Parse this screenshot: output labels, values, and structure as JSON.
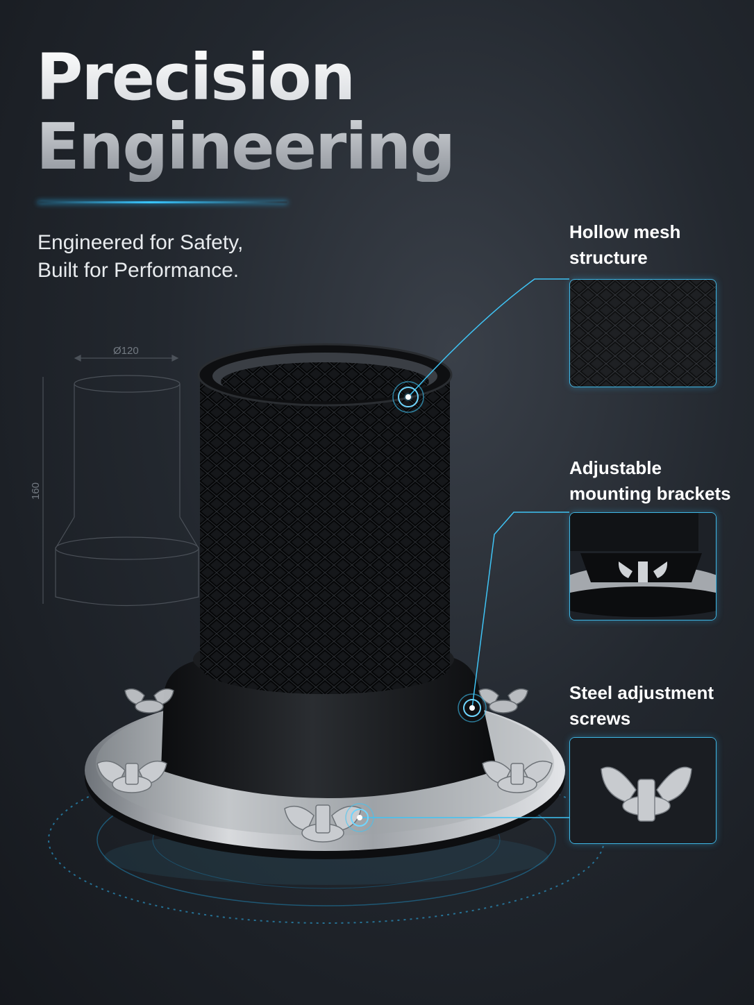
{
  "headline": {
    "line1": "Precision",
    "line2": "Engineering"
  },
  "tagline": {
    "line1": "Engineered for Safety,",
    "line2": "Built for Performance."
  },
  "drawing": {
    "diameter_label": "Ø120",
    "height_label": "160"
  },
  "features": [
    {
      "line1": "Hollow mesh",
      "line2": "structure"
    },
    {
      "line1": "Adjustable",
      "line2": "mounting brackets"
    },
    {
      "line1": "Steel adjustment",
      "line2": "screws"
    }
  ],
  "colors": {
    "accent": "#3fc4f5",
    "background": "#23282f"
  }
}
